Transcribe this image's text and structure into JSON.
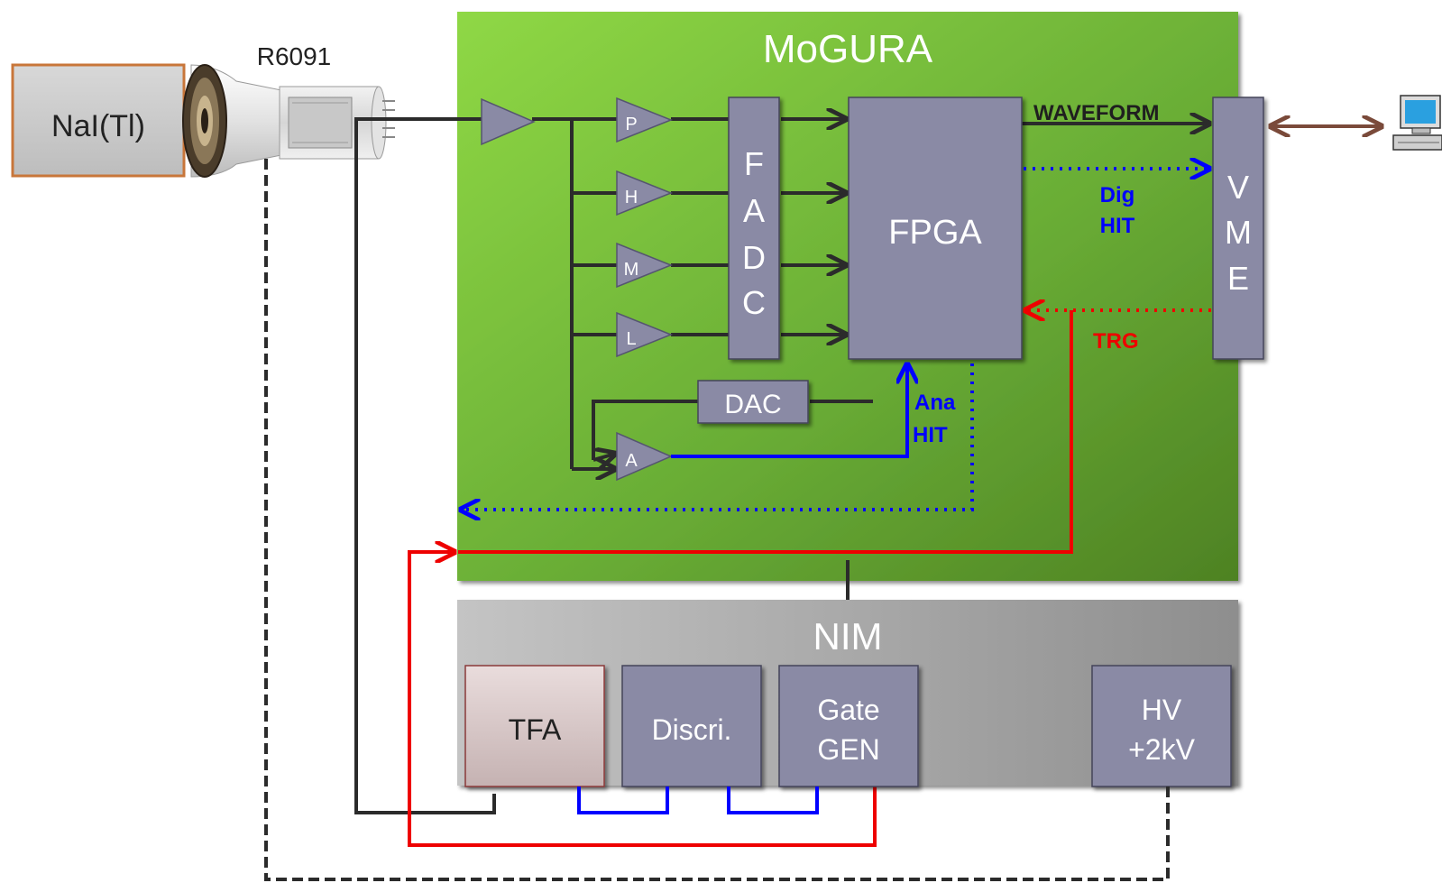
{
  "detector": {
    "crystal_label": "NaI(Tl)",
    "pmt_label": "R6091"
  },
  "mogura": {
    "title": "MoGURA",
    "amp_labels": [
      "P",
      "H",
      "M",
      "L",
      "A"
    ],
    "fadc_letters": [
      "F",
      "A",
      "D",
      "C"
    ],
    "fpga_label": "FPGA",
    "dac_label": "DAC",
    "vme_letters": [
      "V",
      "M",
      "E"
    ]
  },
  "signals": {
    "waveform": "WAVEFORM",
    "dig_hit": [
      "Dig",
      "HIT"
    ],
    "ana_hit": [
      "Ana",
      "HIT"
    ],
    "trg": "TRG"
  },
  "nim": {
    "title": "NIM",
    "tfa": "TFA",
    "discri": "Discri.",
    "gate_gen": [
      "Gate",
      "GEN"
    ],
    "hv": [
      "HV",
      "+2kV"
    ]
  },
  "computer": {
    "icon": "computer-icon"
  },
  "colors": {
    "mogura_green": "#6db33f",
    "block_gray": "#8a8aa5",
    "nim_gray": "#a8a8a8",
    "signal_blue": "#0000ff",
    "signal_red": "#ee0000",
    "crystal_border": "#c8763a",
    "vme_link": "#7a4a3a"
  }
}
